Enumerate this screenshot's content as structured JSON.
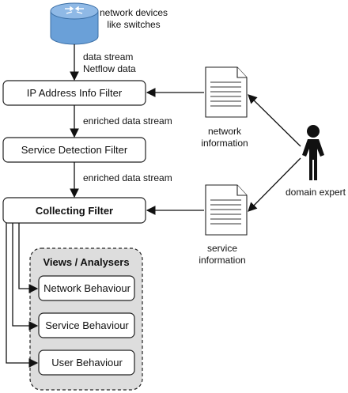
{
  "source": {
    "label_line1": "network devices",
    "label_line2": "like switches"
  },
  "flows": {
    "data_stream_line1": "data stream",
    "data_stream_line2": "Netflow data",
    "enriched_1": "enriched data stream",
    "enriched_2": "enriched data stream"
  },
  "filters": {
    "ip": "IP Address Info Filter",
    "service": "Service Detection Filter",
    "collecting": "Collecting Filter"
  },
  "documents": {
    "network_line1": "network",
    "network_line2": "information",
    "service_line1": "service",
    "service_line2": "information"
  },
  "actor": {
    "label": "domain expert"
  },
  "views": {
    "title": "Views / Analysers",
    "items": [
      "Network Behaviour",
      "Service Behaviour",
      "User Behaviour"
    ]
  },
  "colors": {
    "cylinder_fill": "#6aa0d8",
    "cylinder_top": "#8fb9e6",
    "views_group_fill": "#dddddd"
  }
}
